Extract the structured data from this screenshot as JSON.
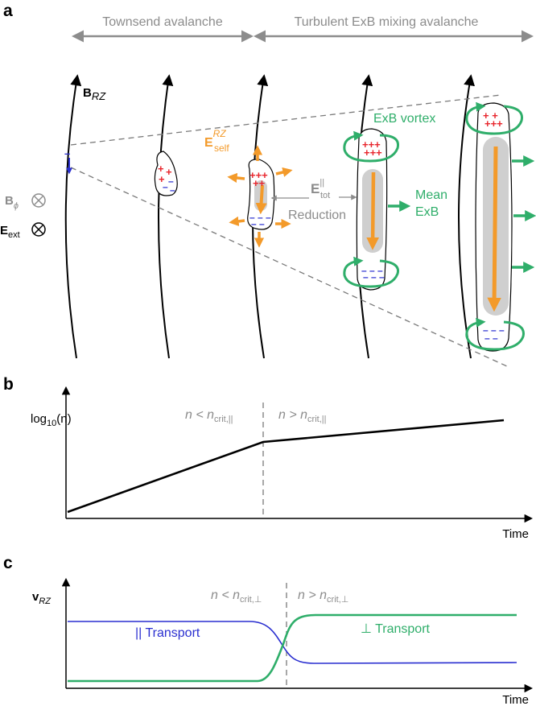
{
  "colors": {
    "black": "#000000",
    "gray": "#8c8c8c",
    "dashed_gray": "#7a7a7a",
    "green": "#2fae6a",
    "orange": "#f39a2a",
    "red": "#e8262d",
    "blue": "#2a2fd0",
    "shade": "#cfcfcf"
  },
  "panel_a": {
    "letter": "a",
    "phase_townsend": "Townsend avalanche",
    "phase_turbulent": "Turbulent ExB mixing avalanche",
    "b_rz": "B",
    "b_rz_sub": "RZ",
    "b_phi": "B",
    "b_phi_sub": "ϕ",
    "e_ext": "E",
    "e_ext_sub": "ext",
    "e_self": "E",
    "e_self_sup": "RZ",
    "e_self_sub": "self",
    "e_tot": "E",
    "e_tot_sup": "||",
    "e_tot_sub": "tot",
    "reduction": "Reduction",
    "exb_vortex": "ExB vortex",
    "mean_exb_line1": "Mean",
    "mean_exb_line2": "ExB",
    "out_of_page_icon": "circle-x-icon"
  },
  "panel_b": {
    "letter": "b",
    "ylabel_prefix": "log",
    "ylabel_sub": "10",
    "ylabel_suffix": "(n)",
    "xlabel": "Time",
    "left_regime": "n < n",
    "left_regime_sub": "crit,||",
    "right_regime": "n > n",
    "right_regime_sub": "crit,||"
  },
  "panel_c": {
    "letter": "c",
    "ylabel": "v",
    "ylabel_sub": "RZ",
    "xlabel": "Time",
    "left_regime": "n < n",
    "left_regime_sub": "crit,⊥",
    "right_regime": "n > n",
    "right_regime_sub": "crit,⊥",
    "parallel_transport": "|| Transport",
    "perp_transport": "⊥ Transport"
  }
}
